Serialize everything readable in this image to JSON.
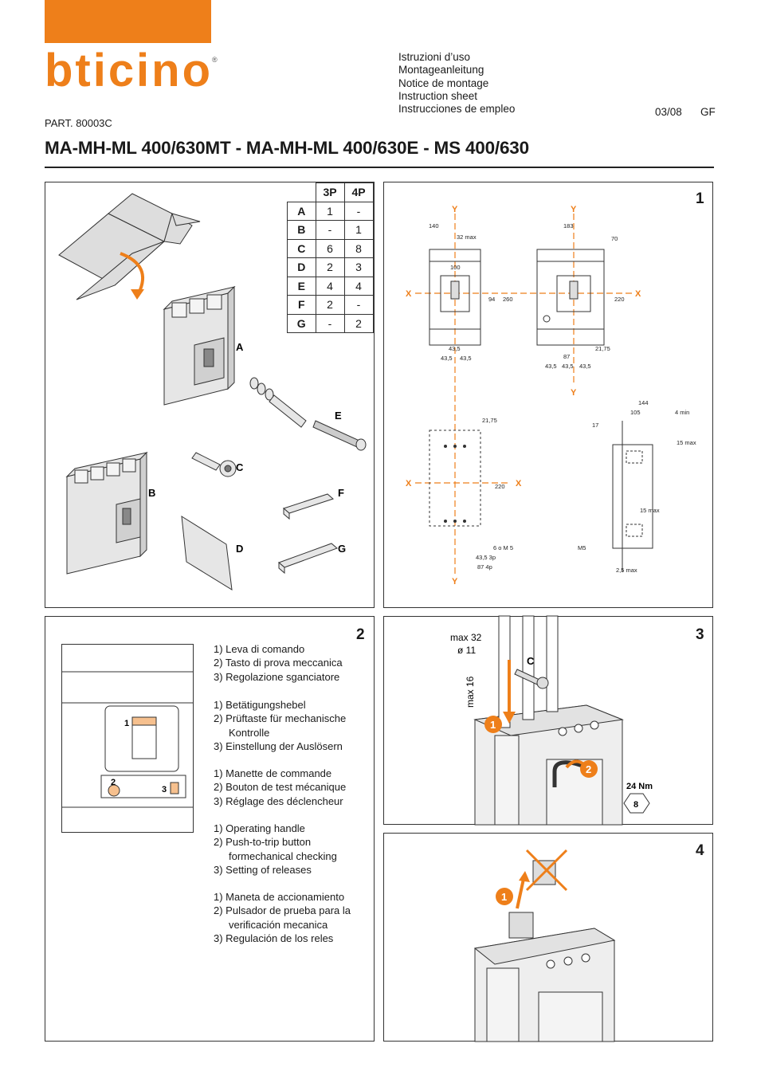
{
  "header": {
    "brand": "bticino",
    "doc_types": [
      "Istruzioni d’uso",
      "Montageanleitung",
      "Notice de montage",
      "Instruction sheet",
      "Instrucciones de empleo"
    ],
    "date": "03/08",
    "code": "GF",
    "part": "PART. 80003C",
    "title": "MA-MH-ML 400/630MT - MA-MH-ML 400/630E - MS 400/630",
    "brand_color": "#ee7f1a"
  },
  "panel1_left": {
    "table": {
      "headers": [
        "",
        "3P",
        "4P"
      ],
      "rows": [
        [
          "A",
          "1",
          "-"
        ],
        [
          "B",
          "-",
          "1"
        ],
        [
          "C",
          "6",
          "8"
        ],
        [
          "D",
          "2",
          "3"
        ],
        [
          "E",
          "4",
          "4"
        ],
        [
          "F",
          "2",
          "-"
        ],
        [
          "G",
          "-",
          "2"
        ]
      ]
    },
    "labels": {
      "a": "A",
      "b": "B",
      "c": "C",
      "d": "D",
      "e": "E",
      "f": "F",
      "g": "G"
    }
  },
  "panel1_right": {
    "number": "1",
    "dims": {
      "d140": "140",
      "d32max": "32 max",
      "d100": "100",
      "d94": "94",
      "d260": "260",
      "d435a": "43,5",
      "d435b": "43,5",
      "d435c": "43,5",
      "d183": "183",
      "d70": "70",
      "d220": "220",
      "d87": "87",
      "d2175": "21,75",
      "d435d": "43,5",
      "d435e": "43,5",
      "d435f": "43,5",
      "d2175b": "21,75",
      "d220b": "220",
      "d6m5": "6 o M 5",
      "d435_3p": "43,5 3p",
      "d87_4p": "87 4p",
      "d144": "144",
      "d105": "105",
      "d4min": "4 min",
      "d17": "17",
      "d15max": "15 max",
      "d15maxb": "15 max",
      "dm5": "M5",
      "d25max": "2,5 max"
    },
    "axes": {
      "x": "X",
      "y": "Y"
    }
  },
  "panel2": {
    "number": "2",
    "callouts": {
      "c1": "1",
      "c2": "2",
      "c3": "3"
    },
    "languages": [
      {
        "items": [
          "1) Leva di comando",
          "2) Tasto di prova meccanica",
          "3) Regolazione sganciatore"
        ]
      },
      {
        "items": [
          "1) Betätigungshebel",
          "2) Prüftaste für mechanische",
          "Kontrolle",
          "3) Einstellung der Auslösern"
        ]
      },
      {
        "items": [
          "1) Manette de commande",
          "2) Bouton de test mécanique",
          "3) Réglage des déclencheur"
        ]
      },
      {
        "items": [
          "1) Operating handle",
          "2) Push-to-trip button",
          "formechanical checking",
          "3) Setting of releases"
        ]
      },
      {
        "items": [
          "1) Maneta de accionamiento",
          "2) Pulsador de prueba para la",
          "verificación mecanica",
          "3) Regulación de los reles"
        ]
      }
    ]
  },
  "panel3": {
    "number": "3",
    "max32": "max 32",
    "d11": "ø 11",
    "max16": "max 16",
    "c_label": "C",
    "torque": "24 Nm",
    "hex": "8",
    "step1": "1",
    "step2": "2"
  },
  "panel4": {
    "number": "4",
    "step1": "1"
  }
}
